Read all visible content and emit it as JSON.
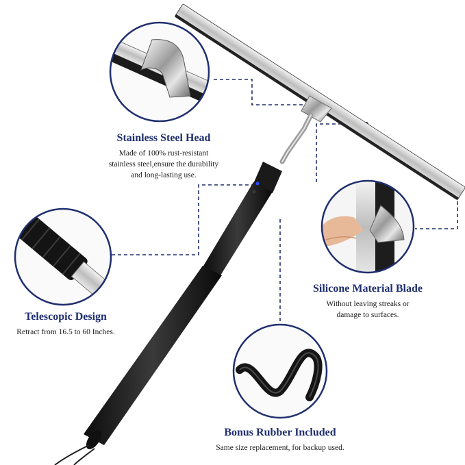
{
  "colors": {
    "accent": "#1f2f6e",
    "text": "#1a1a1a",
    "background": "#ffffff"
  },
  "features": [
    {
      "title": "Stainless Steel Head",
      "desc": [
        "Made of 100% rust-resistant",
        "stainless steel,ensure the durability",
        "and long-lasting use."
      ]
    },
    {
      "title": "Silicone Material Blade",
      "desc": [
        "Without leaving streaks or",
        "damage to surfaces."
      ]
    },
    {
      "title": "Telescopic Design",
      "desc": [
        "Retract from 16.5 to 60 Inches."
      ]
    },
    {
      "title": "Bonus Rubber Included",
      "desc": [
        "Same size replacement, for backup used."
      ]
    }
  ]
}
